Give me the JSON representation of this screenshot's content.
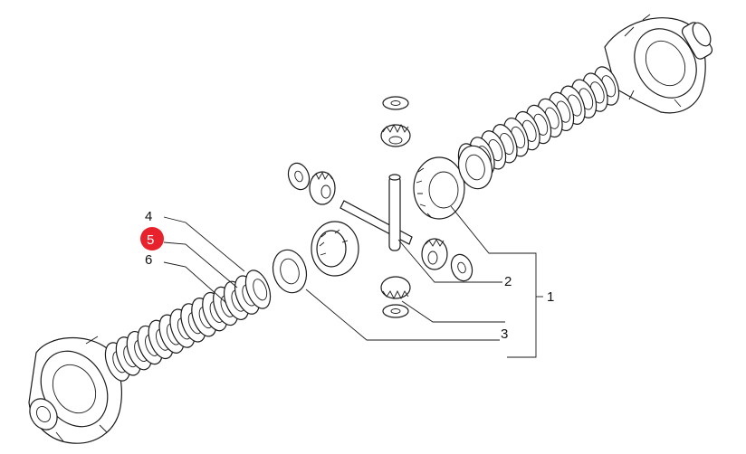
{
  "diagram": {
    "callouts": [
      {
        "id": "1",
        "label": "1"
      },
      {
        "id": "2",
        "label": "2"
      },
      {
        "id": "3",
        "label": "3"
      },
      {
        "id": "4",
        "label": "4"
      },
      {
        "id": "5",
        "label": "5",
        "highlighted": true
      },
      {
        "id": "6",
        "label": "6"
      }
    ],
    "highlight_color": "#e8222c"
  }
}
